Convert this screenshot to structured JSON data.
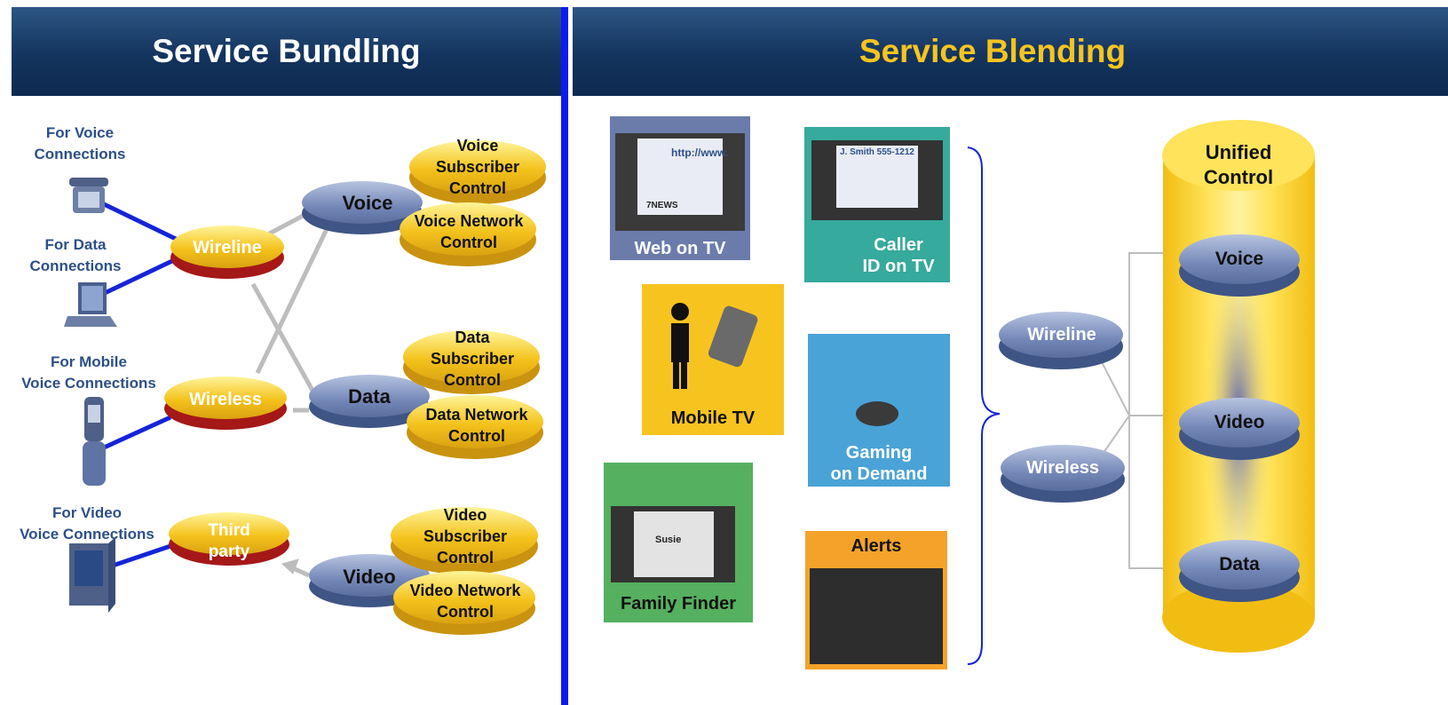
{
  "left": {
    "title": "Service Bundling",
    "device_labels": {
      "voice": "For Voice\nConnections",
      "data": "For Data\nConnections",
      "mobile": "For Mobile\nVoice Connections",
      "video": "For Video\nVoice Connections"
    },
    "access": {
      "wireline": "Wireline",
      "wireless": "Wireless",
      "third_party": "Third\nparty"
    },
    "services": {
      "voice": "Voice",
      "data": "Data",
      "video": "Video"
    },
    "controls": {
      "voice_subscriber": "Voice\nSubscriber\nControl",
      "voice_network": "Voice Network\nControl",
      "data_subscriber": "Data\nSubscriber\nControl",
      "data_network": "Data Network\nControl",
      "video_subscriber": "Video\nSubscriber\nControl",
      "video_network": "Video Network\nControl"
    }
  },
  "right": {
    "title": "Service Blending",
    "panels": {
      "web_on_tv": "Web on TV",
      "caller_id": "Caller\nID on TV",
      "mobile_tv": "Mobile TV",
      "gaming": "Gaming\non Demand",
      "family_finder": "Family Finder",
      "alerts": "Alerts"
    },
    "screen_texts": {
      "url": "http://www.",
      "news": "7NEWS",
      "caller": "J. Smith 555-1212",
      "susie": "Susie"
    },
    "access": {
      "wireline": "Wireline",
      "wireless": "Wireless"
    },
    "unified": {
      "title": "Unified\nControl",
      "voice": "Voice",
      "video": "Video",
      "data": "Data"
    }
  },
  "colors": {
    "header_bg": "#13345e",
    "left_title": "#ffffff",
    "right_title": "#f7c41f",
    "divider": "#0a1cf0",
    "gold": "#f4c21c",
    "blue_disc": "#6a7fae",
    "red_disc": "#b51e1e"
  }
}
